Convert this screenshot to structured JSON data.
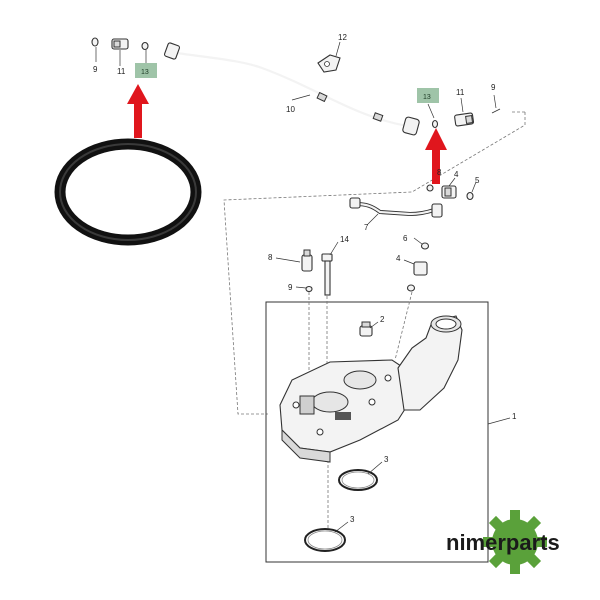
{
  "callouts": {
    "c1": "1",
    "c2": "2",
    "c3a": "3",
    "c3b": "3",
    "c4a": "4",
    "c4b": "4",
    "c5": "5",
    "c6": "6",
    "c7": "7",
    "c8": "8",
    "c9a": "9",
    "c9b": "9",
    "c9c": "9",
    "c10": "10",
    "c11a": "11",
    "c11b": "11",
    "c12": "12",
    "c13a": "13",
    "c13b": "13",
    "c14": "14",
    "c8b": "8"
  },
  "brand": {
    "name": "nimerparts",
    "icon": "gear-icon",
    "gear_color": "#5aa13a"
  },
  "colors": {
    "arrow": "#e0161d",
    "highlight": "#9fc4a8",
    "oring": "#111111"
  }
}
